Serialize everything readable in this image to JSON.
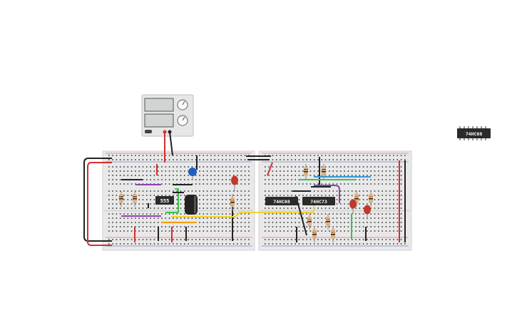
{
  "canvas": {
    "background": "#ffffff"
  },
  "colors": {
    "breadboard": "#e8e8e8",
    "breadboard_edge": "#d2d2d2",
    "hole": "#3a3a3a",
    "rail_red": "#e53935",
    "rail_blue": "#3f51b5",
    "wire_red": "#d32f2f",
    "wire_black": "#222222",
    "wire_yellow": "#f2d22e",
    "wire_green": "#3cc24b",
    "wire_purple": "#8e44ad",
    "wire_orange": "#f39c12",
    "wire_blue": "#3498db",
    "chip": "#2b2b2b",
    "led": "#c0392b",
    "resistor": "#d9b38c",
    "capacitor_blue": "#1f5fbf",
    "electrolytic": "#222222",
    "psu_body": "#e6e6e6"
  },
  "components": {
    "power_supply": {
      "name": "power-supply",
      "label": ""
    },
    "chips": [
      {
        "id": "chip-555",
        "label": "555"
      },
      {
        "id": "chip-74hc08",
        "label": "74HC08"
      },
      {
        "id": "chip-74hc73",
        "label": "74HC73"
      },
      {
        "id": "chip-74hc08-spare",
        "label": "74HC08"
      }
    ]
  }
}
